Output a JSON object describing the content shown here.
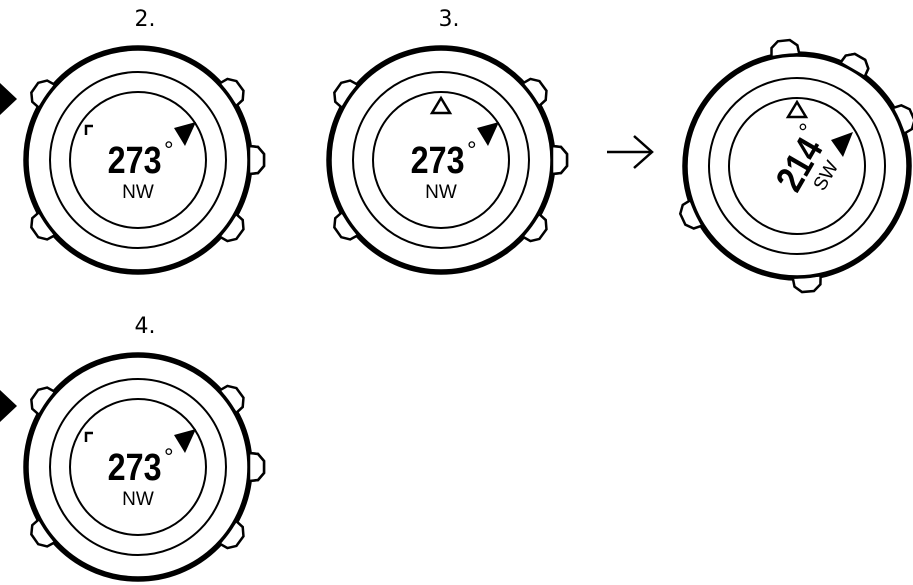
{
  "steps": [
    {
      "label": "2.",
      "heading": "273",
      "degree_symbol": "°",
      "direction": "NW",
      "left_pointer": true,
      "top_marker": false,
      "corner_marker": true
    },
    {
      "label": "3.",
      "heading": "273",
      "degree_symbol": "°",
      "direction": "NW",
      "left_pointer": false,
      "top_marker": true,
      "corner_marker": false
    },
    {
      "label": "",
      "heading": "214",
      "degree_symbol": "°",
      "direction": "SW",
      "rotated": true,
      "top_marker": true
    },
    {
      "label": "4.",
      "heading": "273",
      "degree_symbol": "°",
      "direction": "NW",
      "left_pointer": true,
      "top_marker": false,
      "corner_marker": true
    }
  ],
  "arrow_icon": "right-arrow-icon",
  "colors": {
    "stroke": "#000000",
    "background": "#ffffff"
  }
}
